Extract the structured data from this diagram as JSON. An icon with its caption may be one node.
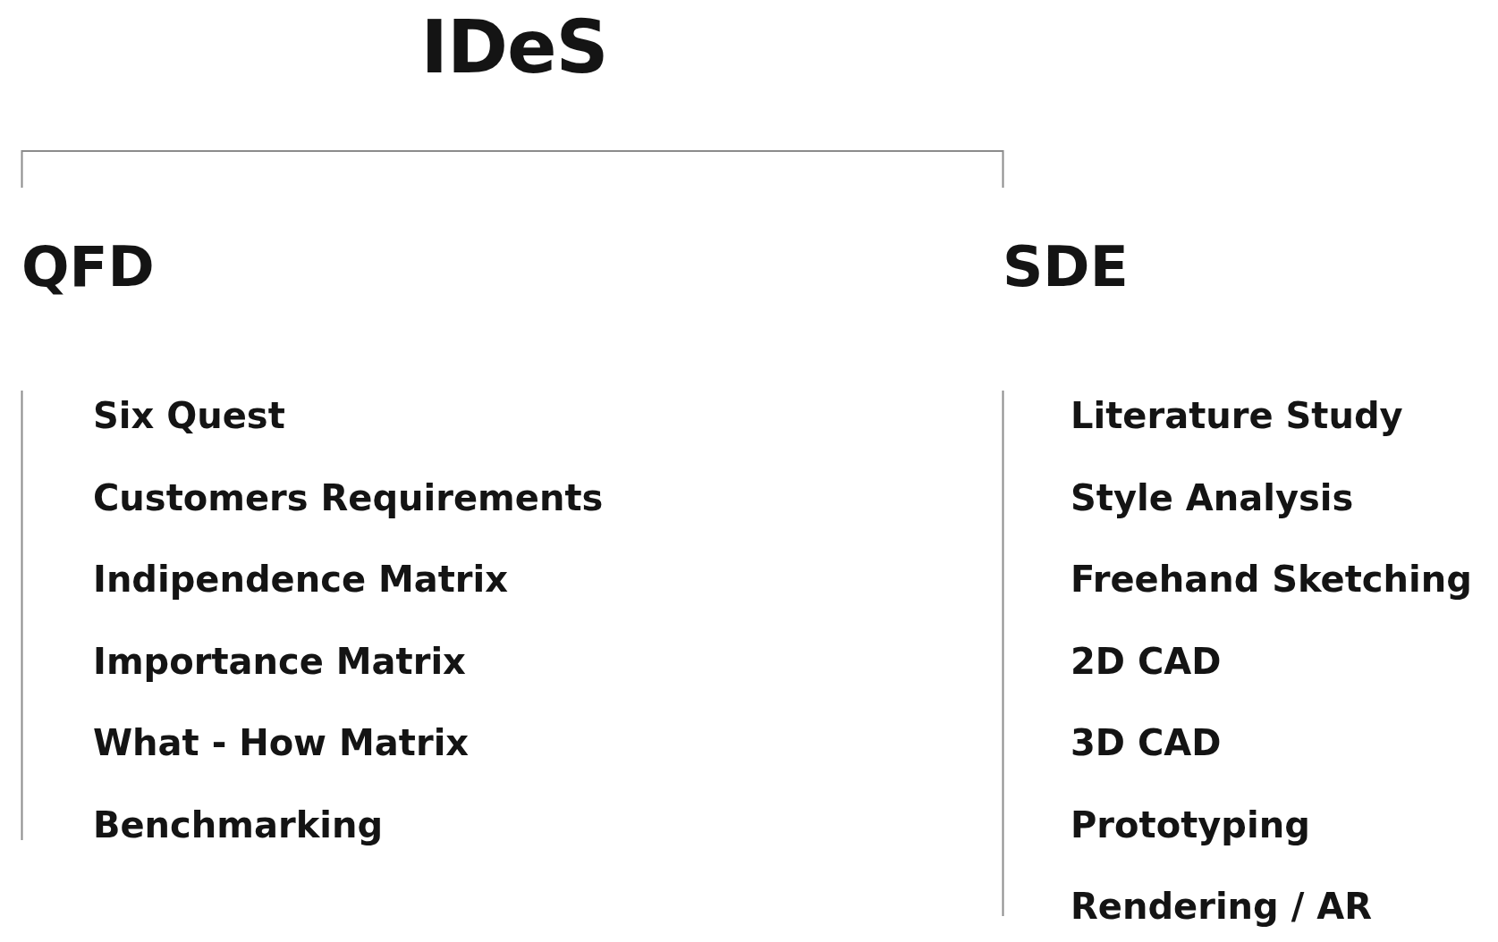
{
  "diagram": {
    "title": "IDeS",
    "labels": [
      "QFD",
      "Six Quest",
      "Customers Requirements",
      "Indipendence Matrix",
      "Importance Matrix",
      "What - How Matrix",
      "Benchmarking",
      "SDE",
      "Literature Study",
      "Style Analysis",
      "Freehand Sketching",
      "2D CAD",
      "3D CAD",
      "Prototyping",
      "Rendering / AR"
    ]
  }
}
